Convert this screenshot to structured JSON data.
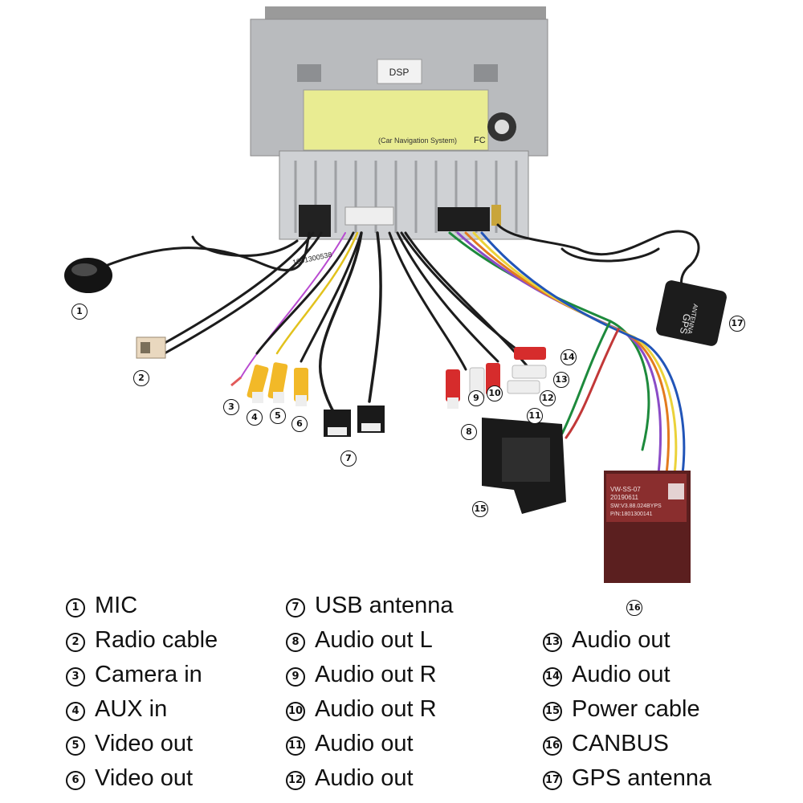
{
  "unit": {
    "model_label": "DSP",
    "caption": "(Car Navigation System)",
    "fc_mark": "FC",
    "serial": "1801300538"
  },
  "canbus_box": {
    "lines": [
      "VW-SS-07",
      "20190611",
      "SW:V3.88.024BYPS",
      "P/N:1801300141"
    ]
  },
  "gps_module": {
    "line1": "GPS",
    "line2": "ANTENNA"
  },
  "markers": [
    "1",
    "2",
    "3",
    "4",
    "5",
    "6",
    "7",
    "8",
    "9",
    "10",
    "11",
    "12",
    "13",
    "14",
    "15",
    "16",
    "17"
  ],
  "legend": {
    "col1": [
      {
        "num": "1",
        "label": "MIC"
      },
      {
        "num": "2",
        "label": "Radio cable"
      },
      {
        "num": "3",
        "label": "Camera in"
      },
      {
        "num": "4",
        "label": "AUX in"
      },
      {
        "num": "5",
        "label": "Video out"
      },
      {
        "num": "6",
        "label": "Video out"
      }
    ],
    "col2": [
      {
        "num": "7",
        "label": "USB antenna"
      },
      {
        "num": "8",
        "label": "Audio out L"
      },
      {
        "num": "9",
        "label": "Audio out R"
      },
      {
        "num": "10",
        "label": "Audio out R"
      },
      {
        "num": "11",
        "label": "Audio out"
      },
      {
        "num": "12",
        "label": "Audio out"
      }
    ],
    "col3": [
      {
        "num": "13",
        "label": "Audio out"
      },
      {
        "num": "14",
        "label": "Audio out"
      },
      {
        "num": "15",
        "label": "Power cable"
      },
      {
        "num": "16",
        "label": "CANBUS"
      },
      {
        "num": "17",
        "label": "GPS antenna"
      }
    ]
  }
}
